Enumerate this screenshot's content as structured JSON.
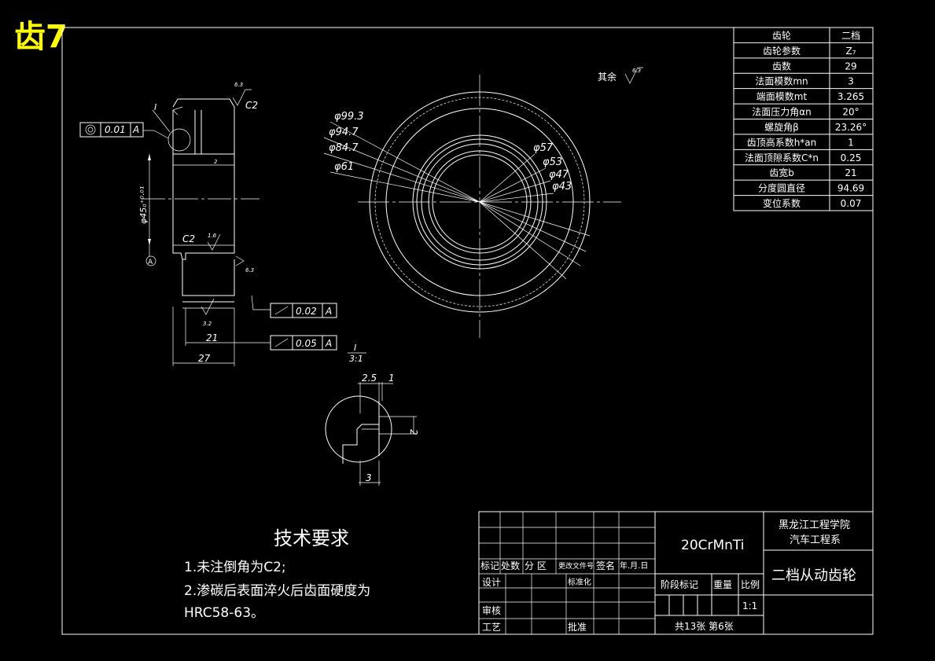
{
  "header": {
    "tag": "齿7",
    "tag_color": "#ffff00"
  },
  "colors": {
    "background": "#000000",
    "lines": "#ffffff"
  },
  "surface_note": {
    "label": "其余",
    "roughness": "6.3"
  },
  "params": {
    "rows": [
      {
        "name": "齿轮",
        "value": "二档"
      },
      {
        "name": "齿轮参数",
        "value": "Z₇"
      },
      {
        "name": "齿数",
        "value": "29"
      },
      {
        "name": "法面模数mn",
        "value": "3"
      },
      {
        "name": "端面模数mt",
        "value": "3.265"
      },
      {
        "name": "法面压力角αn",
        "value": "20°"
      },
      {
        "name": "螺旋角β",
        "value": "23.26°"
      },
      {
        "name": "齿顶高系数h*an",
        "value": "1"
      },
      {
        "name": "法面顶隙系数C*n",
        "value": "0.25"
      },
      {
        "name": "齿宽b",
        "value": "21"
      },
      {
        "name": "分度圆直径",
        "value": "94.69"
      },
      {
        "name": "变位系数",
        "value": "0.07"
      }
    ]
  },
  "front_view": {
    "dims": [
      "φ99.3",
      "φ94.7",
      "φ84.7",
      "φ61",
      "φ57",
      "φ53",
      "φ47",
      "φ43"
    ]
  },
  "section_view": {
    "chamfer_top": "C2",
    "chamfer_bottom": "C2",
    "rough_top": "6.3",
    "rough_mid": "1.6",
    "rough_bottom": "3.2",
    "rough_side": "6.3",
    "detail_ref": "I",
    "bore_dim": "φ45₀⁺⁰·⁰¹",
    "datum": "A",
    "small_dim": "2",
    "width_21": "21",
    "width_27": "27",
    "tol1_value": "0.01",
    "tol1_datum": "A",
    "tol2_value": "0.02",
    "tol2_datum": "A",
    "tol3_value": "0.05",
    "tol3_datum": "A"
  },
  "detail": {
    "label": "I",
    "scale": "3:1",
    "dim_a": "2.5",
    "dim_b": "1",
    "dim_c": "2",
    "dim_d": "3"
  },
  "tech_req": {
    "title": "技术要求",
    "line1": "1.未注倒角为C2;",
    "line2": "2.渗碳后表面淬火后齿面硬度为",
    "line3": "HRC58-63。"
  },
  "title_block": {
    "material": "20CrMnTi",
    "school": "黑龙江工程学院",
    "dept": "汽车工程系",
    "part_name": "二档从动齿轮",
    "h_mark": "标记",
    "h_count": "处数",
    "h_zone": "分 区",
    "h_docno": "更改文件号",
    "h_sign": "签名",
    "h_date": "年.月.日",
    "design": "设计",
    "standard": "标准化",
    "review": "审核",
    "process": "工艺",
    "approve": "批准",
    "stage": "阶段标记",
    "weight": "重量",
    "ratio": "比例",
    "ratio_val": "1:1",
    "sheets": "共13张 第6张"
  }
}
